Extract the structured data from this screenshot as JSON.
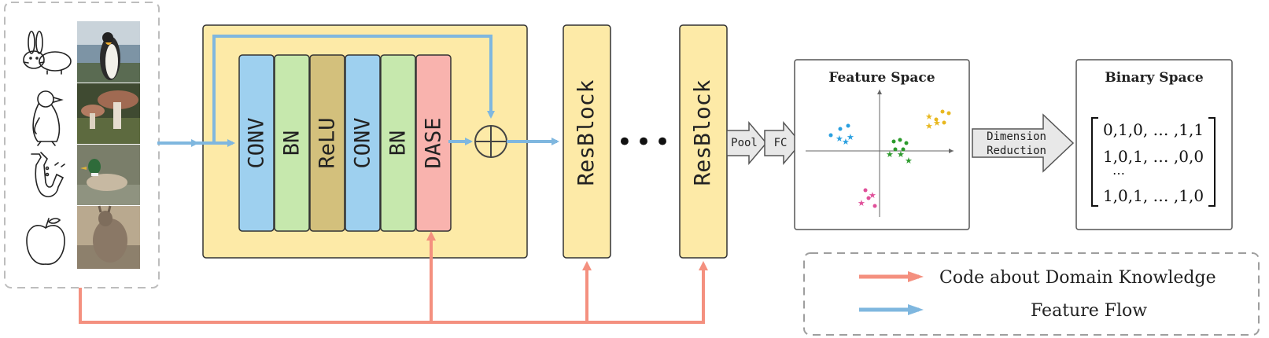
{
  "block": {
    "layers": [
      "CONV",
      "BN",
      "ReLU",
      "CONV",
      "BN",
      "DASE"
    ],
    "layer_colors": [
      "#9ed0ef",
      "#c6e8ad",
      "#d3c07c",
      "#9ed0ef",
      "#c6e8ad",
      "#f9b3ae"
    ]
  },
  "resblocks": [
    "ResBlock",
    "ResBlock"
  ],
  "ellipsis": "•••",
  "pool_label": "Pool",
  "fc_label": "FC",
  "feature_space": {
    "title": "Feature Space"
  },
  "dim_reduction": {
    "line1": "Dimension",
    "line2": "Reduction"
  },
  "binary_space": {
    "title": "Binary Space",
    "rows": [
      "0,1,0, … ,1,1",
      "1,0,1, … ,0,0",
      "⋯",
      "1,0,1, … ,1,0"
    ]
  },
  "legend": {
    "domain_label": "Code about Domain Knowledge",
    "flow_label": "Feature Flow"
  },
  "colors": {
    "domain_arrow": "#f4907f",
    "flow_arrow": "#7fb7df",
    "block_bg": "#fdeaa7",
    "sketch_box_border": "#bdbdbd"
  },
  "icons": [
    "rabbit-sketch-icon",
    "penguin-sketch-icon",
    "saxophone-sketch-icon",
    "apple-sketch-icon",
    "penguin-photo",
    "mushroom-photo",
    "duck-photo",
    "kangaroo-photo"
  ]
}
